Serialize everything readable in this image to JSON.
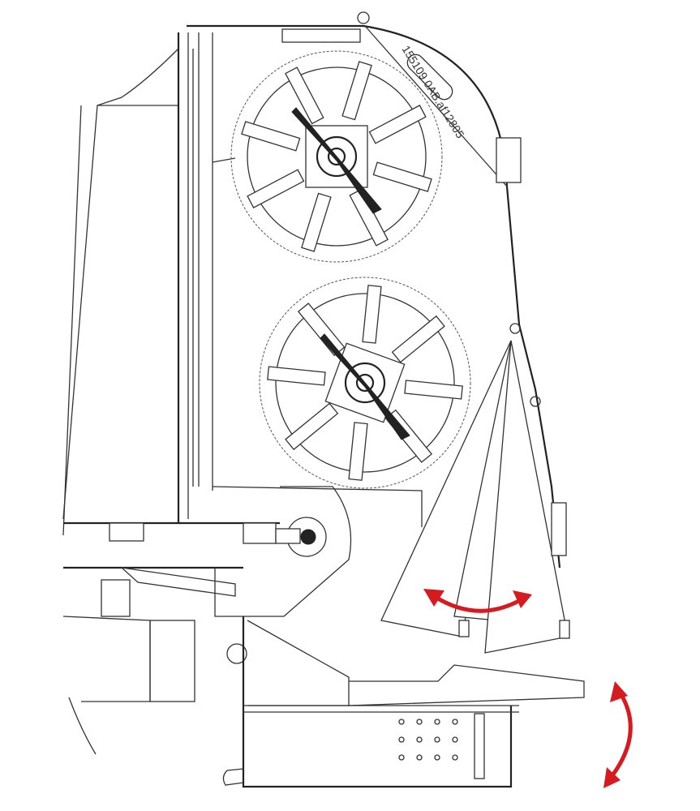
{
  "drawing": {
    "part_number": "155109.0AB.af12805",
    "accent_color": "#d71920",
    "rotors": [
      {
        "name": "upper-rotor",
        "blades": 8
      },
      {
        "name": "lower-rotor",
        "blades": 8
      }
    ],
    "motion_arrows": [
      "deflector-swing",
      "tailboard-tilt"
    ]
  }
}
